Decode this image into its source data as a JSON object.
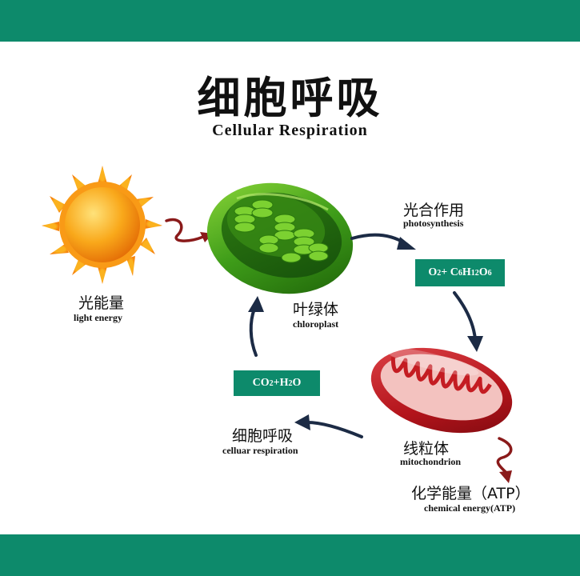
{
  "title": {
    "cn": "细胞呼吸",
    "en": "Cellular Respiration"
  },
  "labels": {
    "light_cn": "光能量",
    "light_en": "light energy",
    "chloroplast_cn": "叶绿体",
    "chloroplast_en": "chloroplast",
    "photosynthesis_cn": "光合作用",
    "photosynthesis_en": "photosynthesis",
    "mitochondrion_cn": "线粒体",
    "mitochondrion_en": "mitochondrion",
    "respiration_cn": "细胞呼吸",
    "respiration_en": "celluar respiration",
    "chem_cn": "化学能量（ATP）",
    "chem_en": "chemical energy(ATP)"
  },
  "formulas": {
    "products": {
      "o": "O",
      "o_sub": "2",
      "plus": " + C",
      "c_sub": "6",
      "h": " H",
      "h_sub": "12",
      "o2": " O",
      "o2_sub": "6"
    },
    "inputs": {
      "co": "CO",
      "co_sub": "2",
      "rest": " +H",
      "h_sub": "2",
      "tail": "O"
    }
  },
  "colors": {
    "band": "#0d8a6b",
    "formula_bg": "#0d8a6b",
    "arrow_navy": "#1c2b45",
    "arrow_red": "#8a1a1a",
    "sun_core": "#f59a12",
    "chloroplast": "#4cae1d",
    "mitochondrion": "#b8161c"
  },
  "icons": [
    "sun-icon",
    "chloroplast-icon",
    "mitochondrion-icon",
    "arrow-icon"
  ]
}
